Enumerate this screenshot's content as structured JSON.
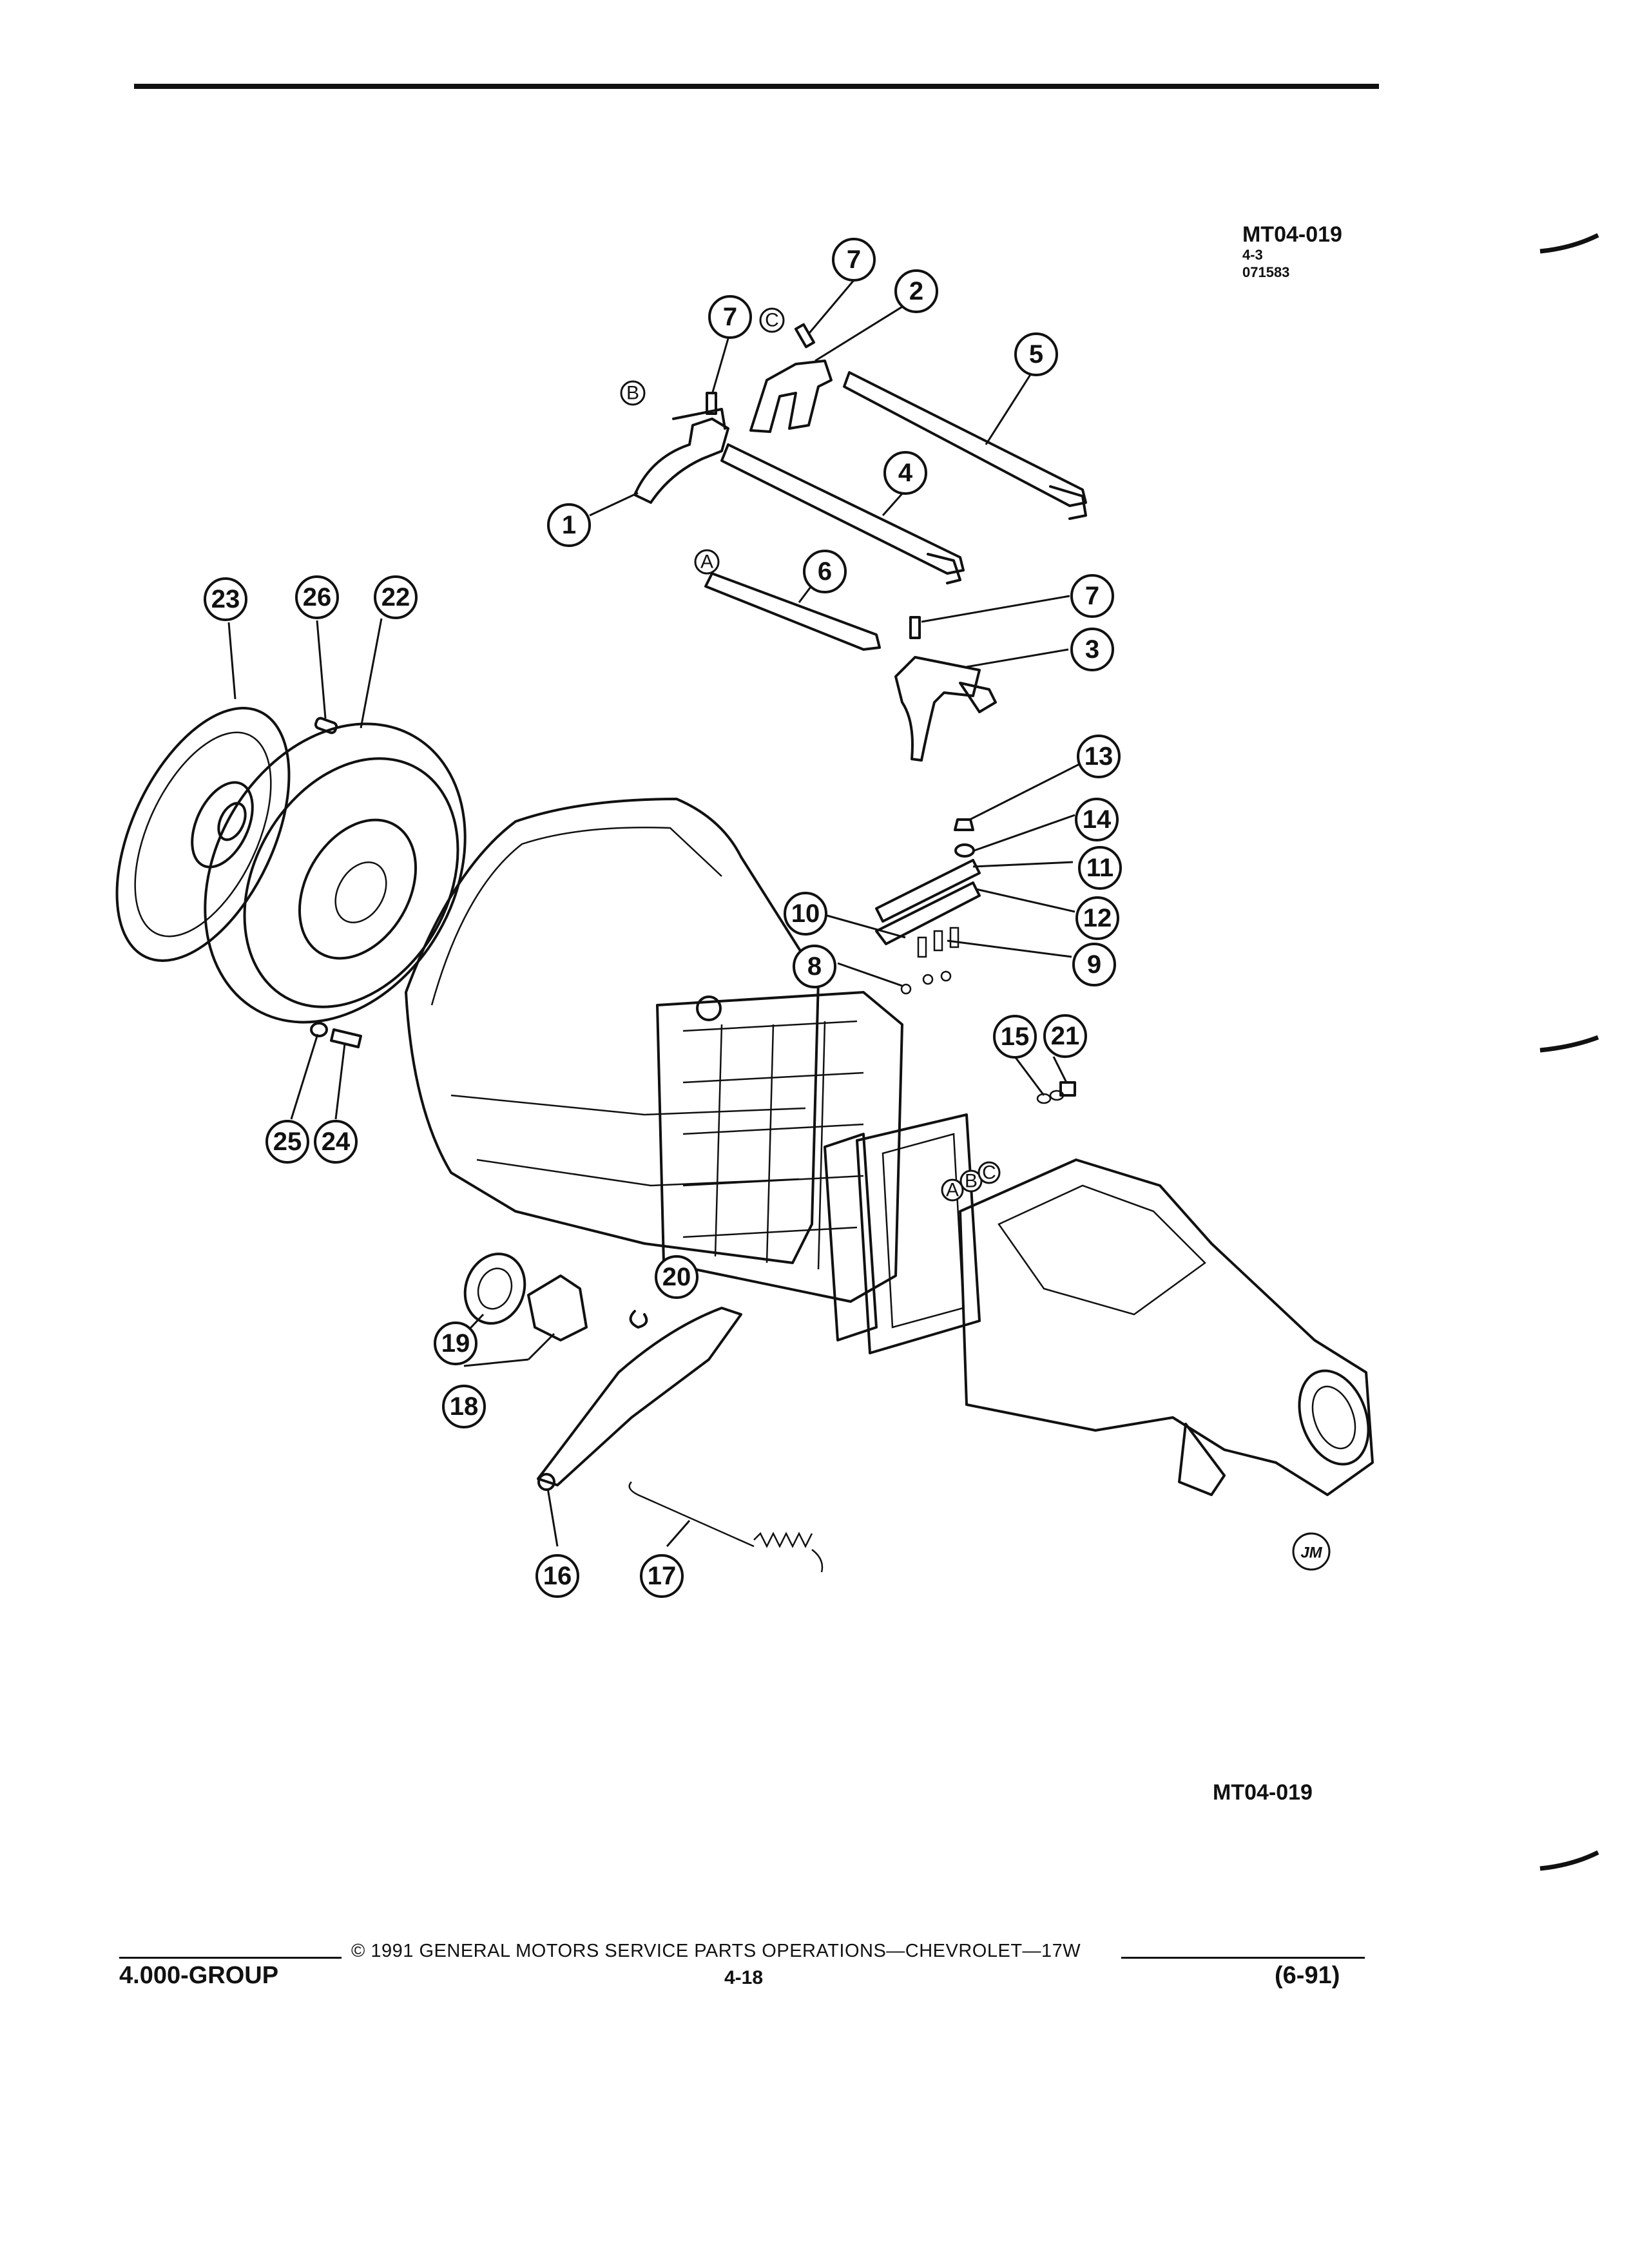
{
  "figure": {
    "code_top": "MT04-019",
    "code_sub1": "4-3",
    "code_sub2": "071583",
    "code_bottom": "MT04-019",
    "artist_mark": "JM",
    "callouts": [
      {
        "id": "c1",
        "label": "1"
      },
      {
        "id": "c2",
        "label": "2"
      },
      {
        "id": "c3",
        "label": "3"
      },
      {
        "id": "c4",
        "label": "4"
      },
      {
        "id": "c5",
        "label": "5"
      },
      {
        "id": "c6",
        "label": "6"
      },
      {
        "id": "c7a",
        "label": "7"
      },
      {
        "id": "c7b",
        "label": "7"
      },
      {
        "id": "c7c",
        "label": "7"
      },
      {
        "id": "c8",
        "label": "8"
      },
      {
        "id": "c9",
        "label": "9"
      },
      {
        "id": "c10",
        "label": "10"
      },
      {
        "id": "c11",
        "label": "11"
      },
      {
        "id": "c12",
        "label": "12"
      },
      {
        "id": "c13",
        "label": "13"
      },
      {
        "id": "c14",
        "label": "14"
      },
      {
        "id": "c15",
        "label": "15"
      },
      {
        "id": "c16",
        "label": "16"
      },
      {
        "id": "c17",
        "label": "17"
      },
      {
        "id": "c18",
        "label": "18"
      },
      {
        "id": "c19",
        "label": "19"
      },
      {
        "id": "c20",
        "label": "20"
      },
      {
        "id": "c21",
        "label": "21"
      },
      {
        "id": "c22",
        "label": "22"
      },
      {
        "id": "c23",
        "label": "23"
      },
      {
        "id": "c24",
        "label": "24"
      },
      {
        "id": "c25",
        "label": "25"
      },
      {
        "id": "c26",
        "label": "26"
      }
    ],
    "letters": [
      {
        "id": "la1",
        "label": "A"
      },
      {
        "id": "lb1",
        "label": "B"
      },
      {
        "id": "lc1",
        "label": "C"
      },
      {
        "id": "la2",
        "label": "A"
      },
      {
        "id": "lb2",
        "label": "B"
      },
      {
        "id": "lc2",
        "label": "C"
      }
    ]
  },
  "footer": {
    "copyright": "© 1991 GENERAL MOTORS SERVICE PARTS OPERATIONS—CHEVROLET—17W",
    "group": "4.000-GROUP",
    "page": "4-18",
    "date": "(6-91)"
  }
}
